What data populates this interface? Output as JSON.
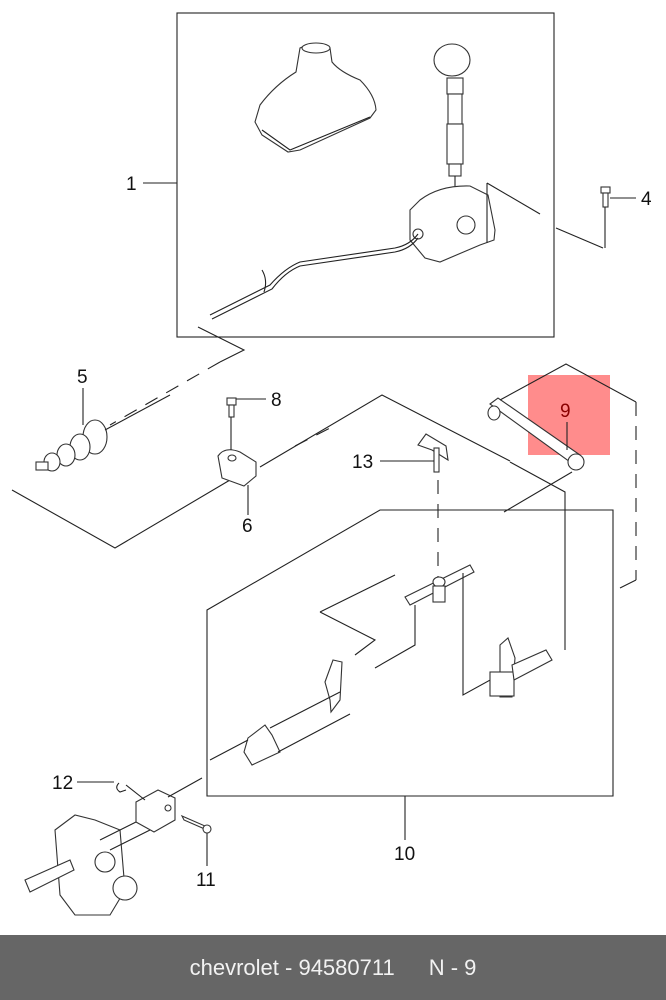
{
  "diagram": {
    "title": "Gearshift control / linkage exploded view",
    "highlight_color": "#ff7f7f",
    "highlighted_part": "9",
    "callouts": [
      {
        "id": "1",
        "label": "1"
      },
      {
        "id": "4",
        "label": "4"
      },
      {
        "id": "5",
        "label": "5"
      },
      {
        "id": "6",
        "label": "6"
      },
      {
        "id": "8",
        "label": "8"
      },
      {
        "id": "9",
        "label": "9"
      },
      {
        "id": "10",
        "label": "10"
      },
      {
        "id": "11",
        "label": "11"
      },
      {
        "id": "12",
        "label": "12"
      },
      {
        "id": "13",
        "label": "13"
      }
    ]
  },
  "footer": {
    "brand": "chevrolet",
    "separator": " - ",
    "part_number": "94580711",
    "ref_label": "N - 9"
  }
}
